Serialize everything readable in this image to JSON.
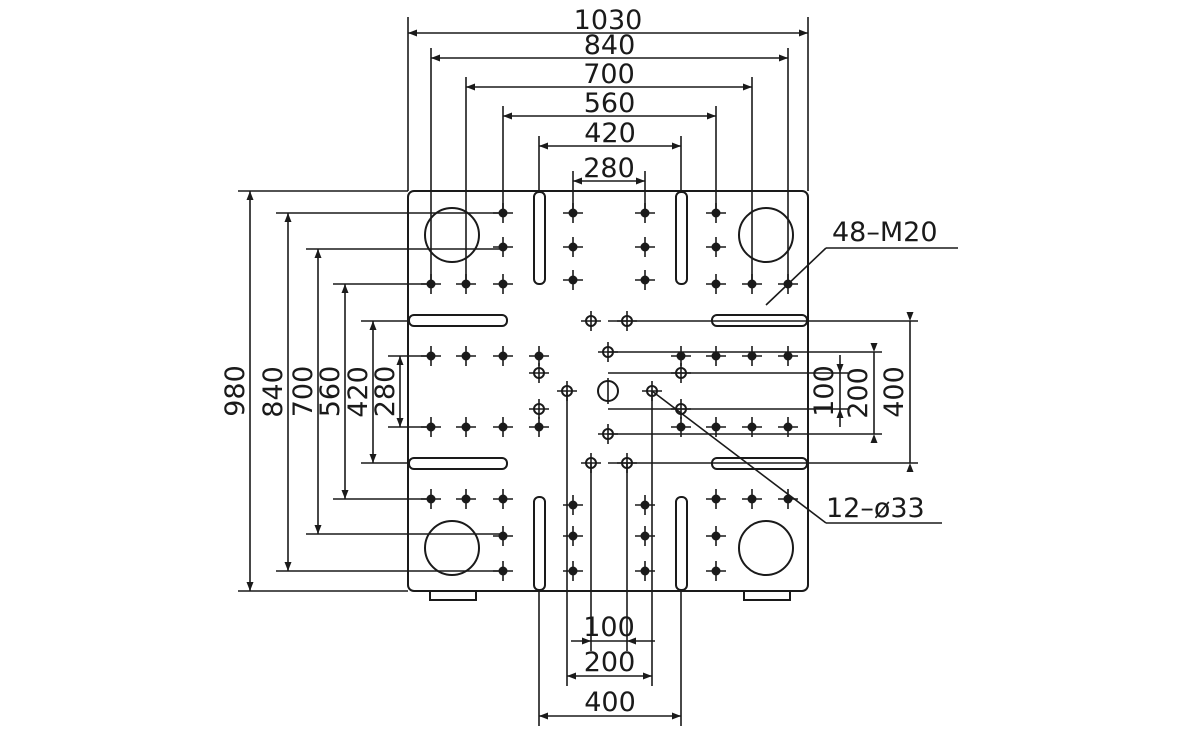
{
  "top_dims": [
    "1030",
    "840",
    "700",
    "560",
    "420",
    "280"
  ],
  "left_dims": [
    "980",
    "840",
    "700",
    "560",
    "420",
    "280"
  ],
  "right_dims": [
    "100",
    "200",
    "400"
  ],
  "bottom_dims": [
    "100",
    "200",
    "400"
  ],
  "callouts": {
    "m20": "48–M20",
    "d33": "12–ø33"
  }
}
